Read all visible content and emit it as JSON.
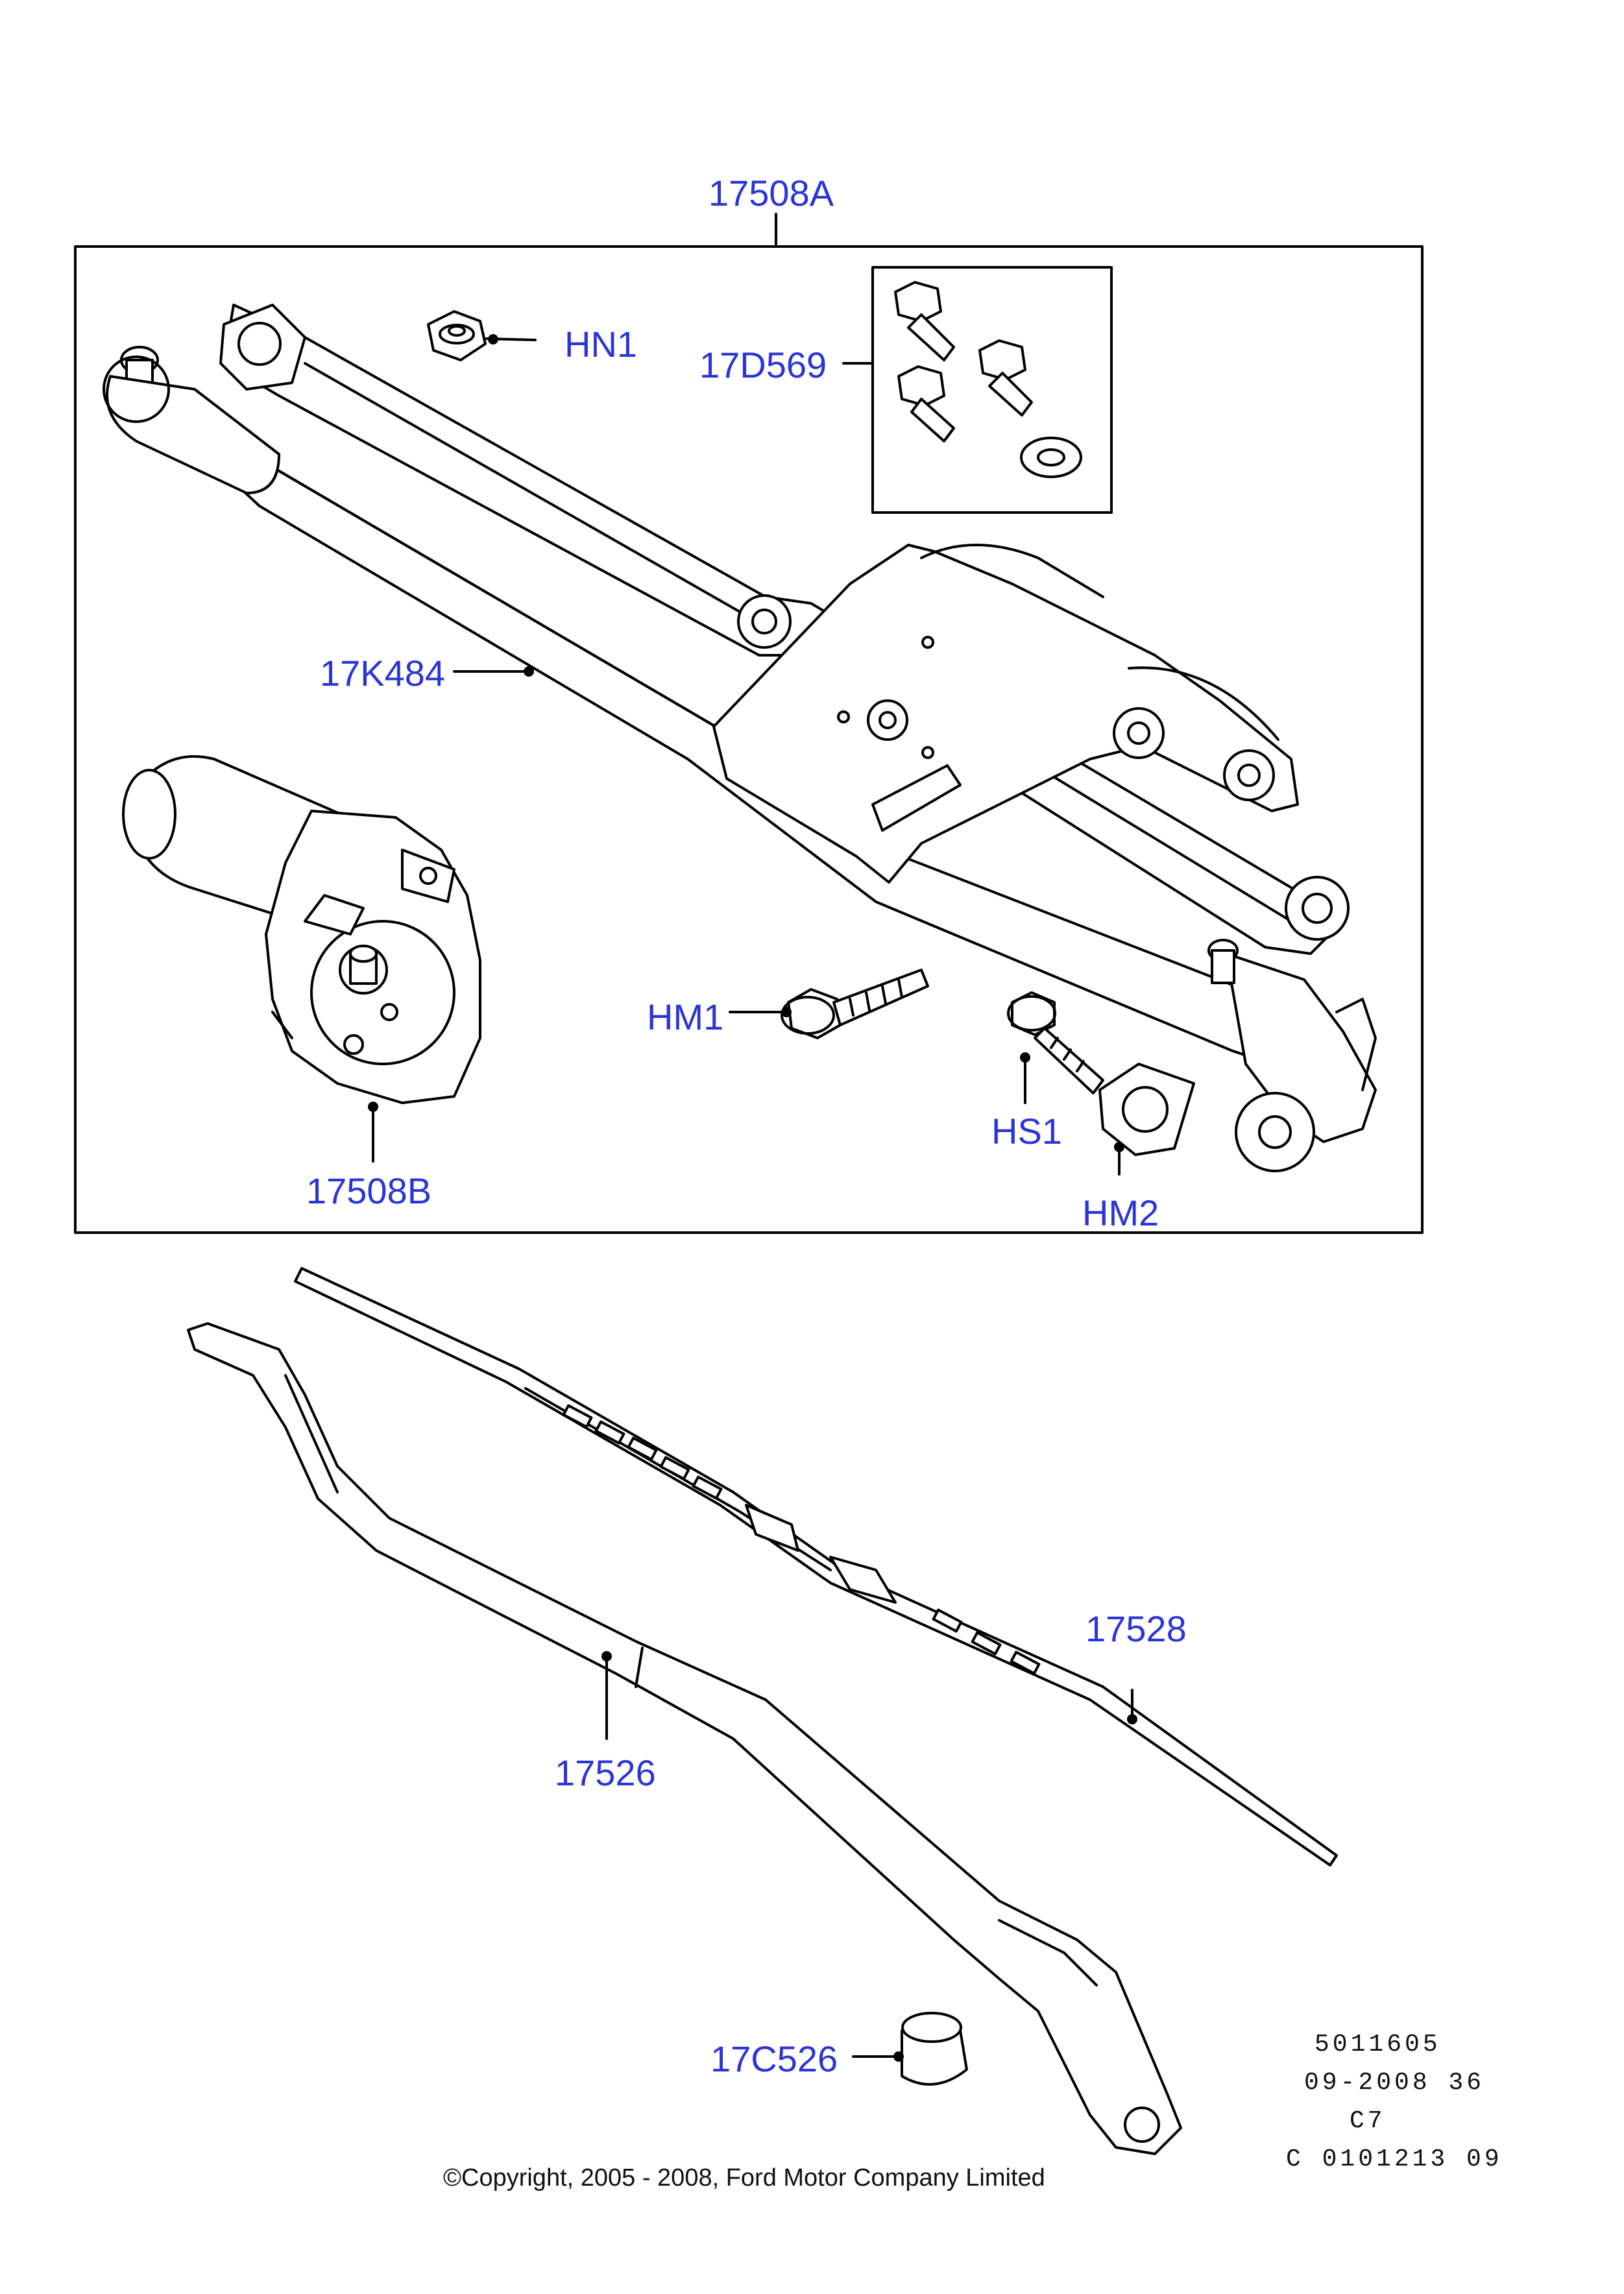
{
  "diagram": {
    "part_labels": {
      "assembly": "17508A",
      "nut": "HN1",
      "bolt_kit": "17D569",
      "linkage": "17K484",
      "bolt_hm1": "HM1",
      "screw_hs1": "HS1",
      "bracket_hm2": "HM2",
      "motor": "17508B",
      "blade": "17528",
      "arm": "17526",
      "cap": "17C526"
    },
    "reference_codes": [
      "5011605",
      "09-2008 36",
      "C7",
      "C 0101213 09"
    ],
    "copyright": "©Copyright, 2005 - 2008, Ford Motor Company Limited",
    "colors": {
      "label": "#2b35d6",
      "line": "#000000",
      "paper": "#ffffff"
    }
  }
}
